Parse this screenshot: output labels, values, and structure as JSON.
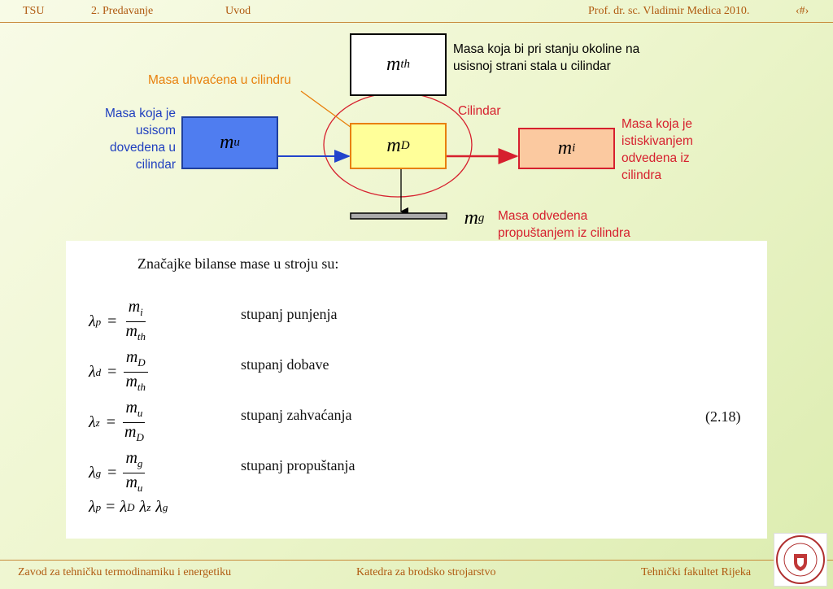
{
  "header": {
    "course": "TSU",
    "lecture": "2. Predavanje",
    "topic": "Uvod",
    "author": "Prof. dr. sc. Vladimir Medica   2010.",
    "slide_num": "‹#›"
  },
  "footer": {
    "left": "Zavod za tehničku termodinamiku i energetiku",
    "center": "Katedra za brodsko strojarstvo",
    "right": "Tehnički fakultet Rijeka"
  },
  "diagram": {
    "m_th": {
      "sym": "m",
      "sub": "th",
      "label_line1": "Masa koja bi pri stanju okoline na",
      "label_line2": "usisnoj strani stala u cilindar"
    },
    "m_u": {
      "sym": "m",
      "sub": "u",
      "label": [
        "Masa koja je",
        "usisom",
        "dovedena u",
        "cilindar"
      ]
    },
    "m_D": {
      "sym": "m",
      "sub": "D",
      "label": "Masa uhvaćena u cilindru"
    },
    "m_i": {
      "sym": "m",
      "sub": "i",
      "label": [
        "Masa koja je",
        "istiskivanjem",
        "odvedena iz",
        "cilindra"
      ]
    },
    "m_g": {
      "sym": "m",
      "sub": "g",
      "label_line1": "Masa odvedena",
      "label_line2": "propuštanjem iz cilindra"
    },
    "cylinder_label": "Cilindar",
    "colors": {
      "blue_box": "#4f7df0",
      "yellow_box": "#ffff99",
      "orange_box": "#fbc9a0",
      "red": "#d6202e",
      "orange": "#e8800c",
      "blue_text": "#1f3fbf"
    }
  },
  "panel": {
    "title": "Značajke bilanse mase u stroju su:",
    "equations": [
      {
        "lhs_sub": "p",
        "num_sub": "i",
        "den_sub": "th",
        "desc": "stupanj punjenja"
      },
      {
        "lhs_sub": "d",
        "num_sub": "D",
        "den_sub": "th",
        "desc": "stupanj dobave"
      },
      {
        "lhs_sub": "z",
        "num_sub": "u",
        "den_sub": "D",
        "desc": "stupanj zahvaćanja"
      },
      {
        "lhs_sub": "g",
        "num_sub": "g",
        "den_sub": "u",
        "desc": "stupanj propuštanja"
      }
    ],
    "product": {
      "lhs_sub": "p",
      "f1": "D",
      "f2": "z",
      "f3": "g"
    },
    "eq_number": "(2.18)",
    "lambda": "λ",
    "m": "m",
    "equals": "="
  }
}
